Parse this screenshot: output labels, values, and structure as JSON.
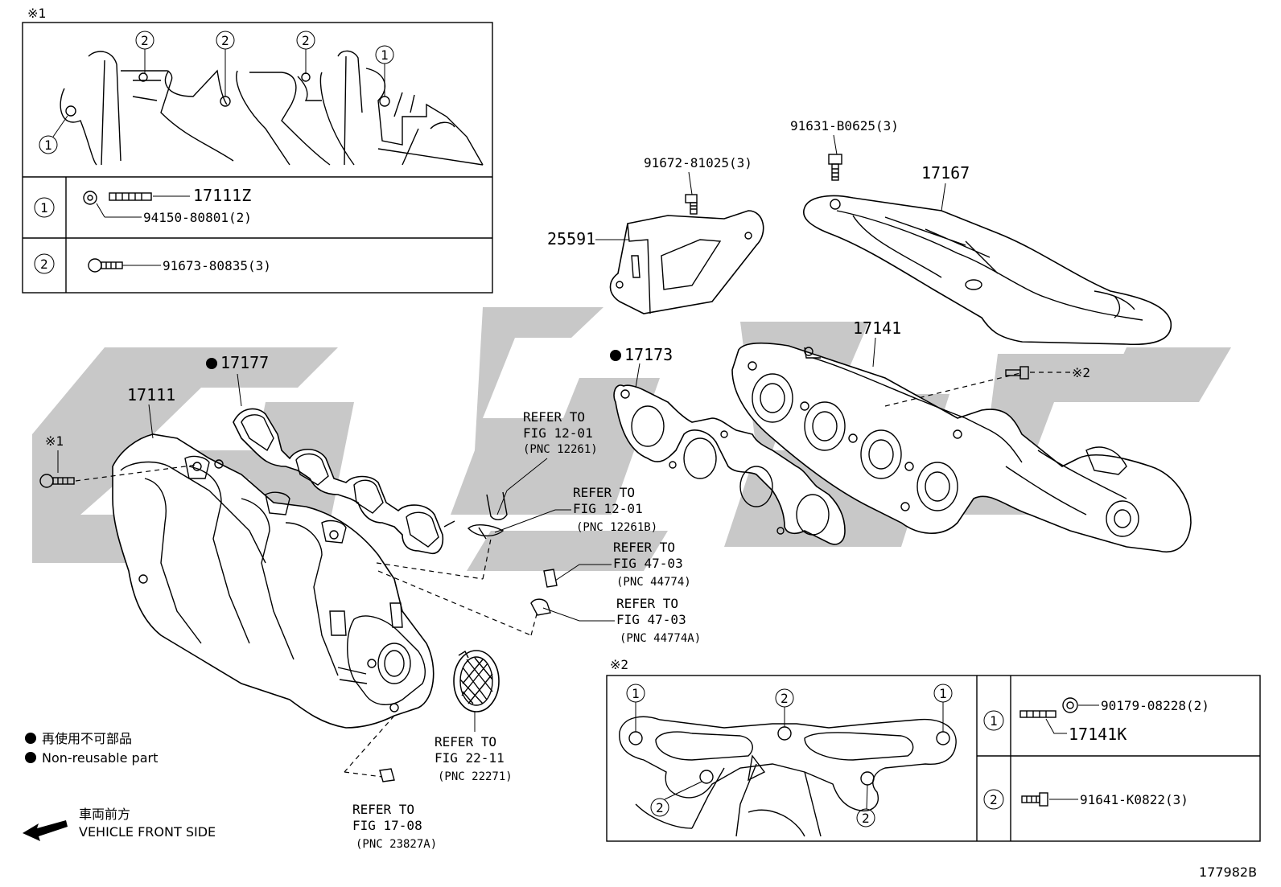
{
  "watermark_color": "#c8c8c8",
  "insets": {
    "top_left": {
      "marker": "※1",
      "rows": [
        {
          "num": "1",
          "parts": [
            "17111Z",
            "94150-80801(2)"
          ]
        },
        {
          "num": "2",
          "parts": [
            "91673-80835(3)"
          ]
        }
      ],
      "callouts": {
        "n1": "1",
        "n2": "2"
      }
    },
    "bottom_right": {
      "marker": "※2",
      "rows": [
        {
          "num": "1",
          "parts": [
            "90179-08228(2)",
            "17141K"
          ]
        },
        {
          "num": "2",
          "parts": [
            "91641-K0822(3)"
          ]
        }
      ],
      "callouts": {
        "n1": "1",
        "n2": "2"
      }
    }
  },
  "parts": {
    "p17111": "17111",
    "p17177": "17177",
    "p17173": "17173",
    "p17141": "17141",
    "p17167": "17167",
    "p25591": "25591",
    "p91672": "91672-81025(3)",
    "p91631": "91631-B0625(3)",
    "mark1": "※1",
    "mark2": "※2"
  },
  "refs": [
    {
      "l1": "REFER TO",
      "l2": "FIG 12-01",
      "l3": "(PNC 12261)"
    },
    {
      "l1": "REFER TO",
      "l2": "FIG 12-01",
      "l3": "(PNC 12261B)"
    },
    {
      "l1": "REFER TO",
      "l2": "FIG 47-03",
      "l3": "(PNC 44774)"
    },
    {
      "l1": "REFER TO",
      "l2": "FIG 47-03",
      "l3": "(PNC 44774A)"
    },
    {
      "l1": "REFER TO",
      "l2": "FIG 22-11",
      "l3": "(PNC 22271)"
    },
    {
      "l1": "REFER TO",
      "l2": "FIG 17-08",
      "l3": "(PNC 23827A)"
    }
  ],
  "legend": {
    "jp": "再使用不可部品",
    "en": "Non-reusable part"
  },
  "front": {
    "jp": "車両前方",
    "en": "VEHICLE FRONT SIDE"
  },
  "figure_id": "177982B"
}
